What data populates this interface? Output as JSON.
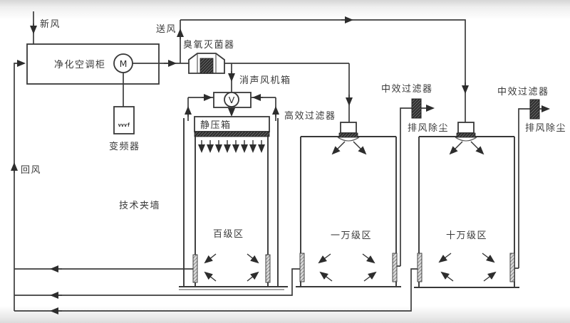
{
  "diagram": {
    "labels": {
      "fresh_air": "新风",
      "ac_cabinet": "净化空调柜",
      "supply_air": "送风",
      "ozone_sterilizer": "臭氧灭菌器",
      "muffler_fan_box": "消声风机箱",
      "inverter": "变频器",
      "plenum_box": "静压箱",
      "hepa_filter": "高效过滤器",
      "medium_filter_a": "中效过滤器",
      "exhaust_dust_a": "排风除尘",
      "medium_filter_b": "中效过滤器",
      "exhaust_dust_b": "排风除尘",
      "return_air": "回风",
      "technical_wall": "技术夹墙",
      "class100_zone": "百级区",
      "class10k_zone": "一万级区",
      "class100k_zone": "十万级区"
    },
    "symbols": {
      "motor": "M",
      "fan": "V",
      "inverter_marking": "vvvf"
    },
    "colors": {
      "line": "#3c3c3c",
      "text": "#3a3a3a",
      "background": "#ffffff",
      "filter_hatch": "#2f2f2f"
    }
  }
}
